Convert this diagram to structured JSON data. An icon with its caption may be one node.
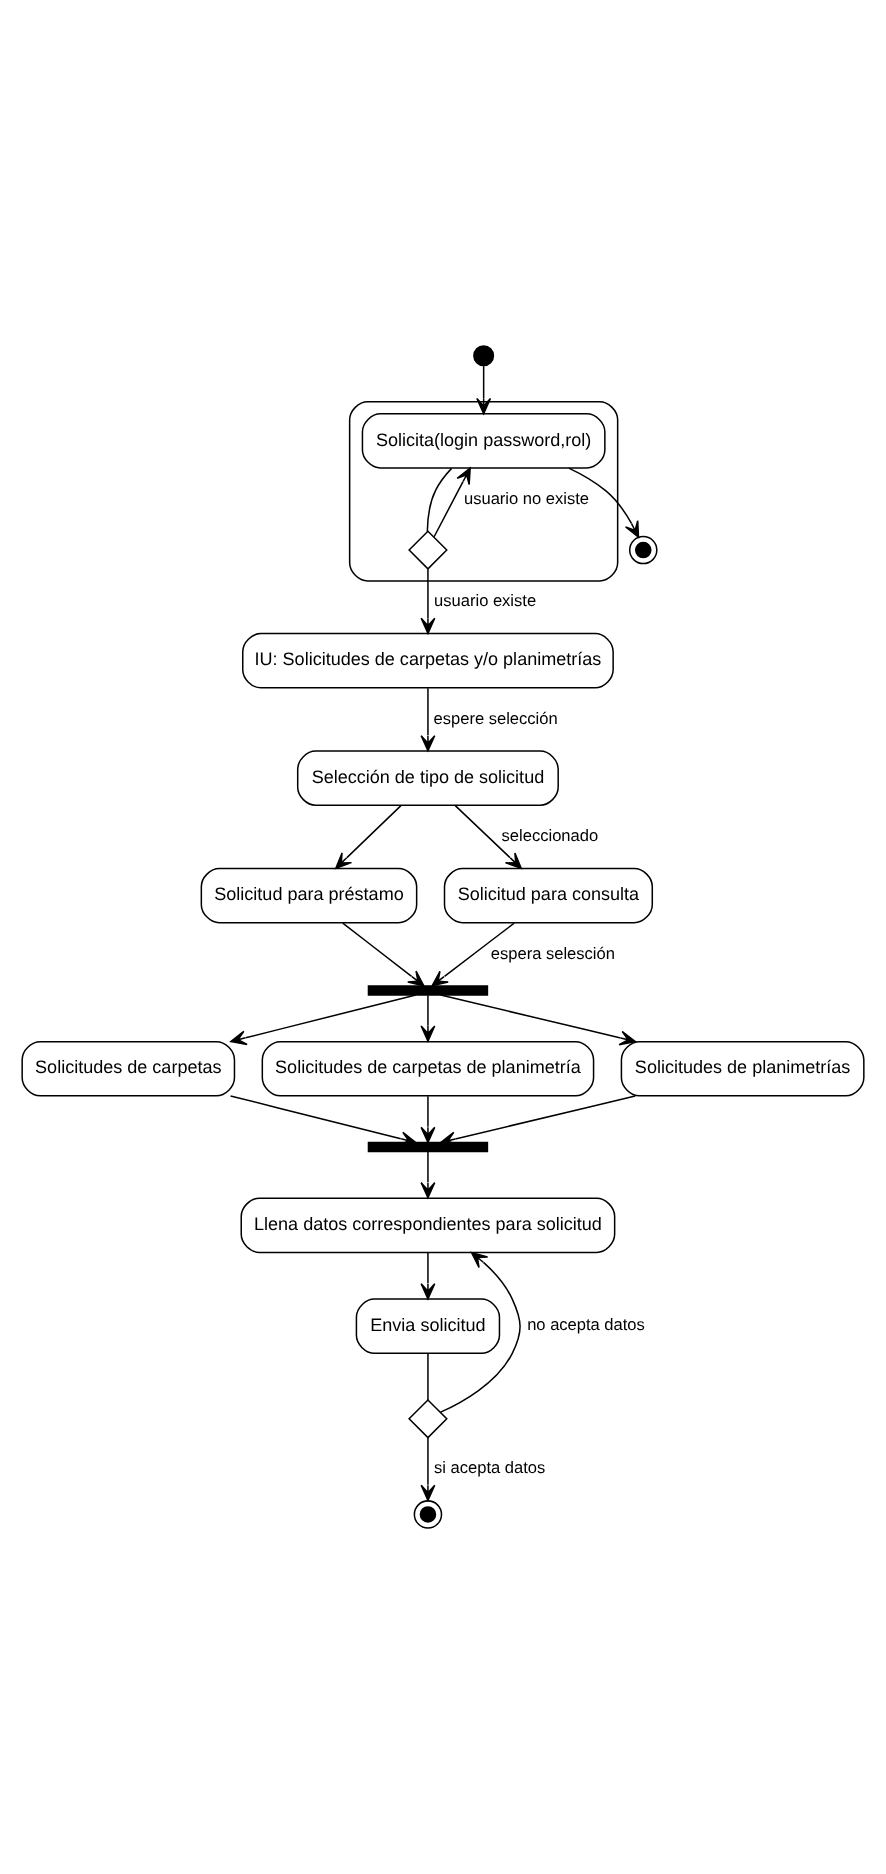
{
  "diagram": {
    "nodes": [
      {
        "text": [],
        "shape": "circle"
      },
      {
        "text": [],
        "shape": "box"
      },
      {
        "text": [
          "Solicita(login password,rol)"
        ],
        "in": 1
      },
      {
        "text": [],
        "shape": "diamond",
        "in": 1
      },
      {
        "text": [],
        "shape": "circle"
      },
      {
        "text": [
          "IU: Solicitudes de carpetas y/o planimetrías"
        ]
      },
      {
        "text": [
          "Selección de tipo de solicitud"
        ]
      },
      {
        "text": [
          "Solicitud para préstamo"
        ]
      },
      {
        "text": [
          "Solicitud para consulta"
        ]
      },
      {
        "text": [],
        "shape": "bar"
      },
      {
        "text": [
          "Solicitudes de carpetas"
        ]
      },
      {
        "text": [
          "Solicitudes de carpetas de planimetría"
        ]
      },
      {
        "text": [
          "Solicitudes de planimetrías"
        ]
      },
      {
        "text": [],
        "shape": "bar"
      },
      {
        "text": [
          "Llena datos correspondientes para solicitud"
        ]
      },
      {
        "text": [
          "Envia solicitud"
        ]
      },
      {
        "text": [],
        "shape": "diamond"
      },
      {
        "text": [],
        "shape": "circle"
      }
    ],
    "edges": [
      {
        "from": 0,
        "to": 2,
        "arrow": "to"
      },
      {
        "from": 2,
        "to": 4,
        "arrow": "to"
      },
      {
        "from": 2,
        "to": 3,
        "arrow": "none"
      },
      {
        "from": 3,
        "to": 2,
        "arrow": "to",
        "label": "usuario no existe"
      },
      {
        "from": 3,
        "to": 5,
        "arrow": "to",
        "label": "usuario existe"
      },
      {
        "from": 5,
        "to": 6,
        "arrow": "to",
        "label": "espere selección"
      },
      {
        "from": 6,
        "to": 7,
        "arrow": "to"
      },
      {
        "from": 6,
        "to": 8,
        "arrow": "to",
        "label": "seleccionado"
      },
      {
        "from": 7,
        "to": 9,
        "arrow": "to"
      },
      {
        "from": 8,
        "to": 9,
        "arrow": "to",
        "label": "espera selesción"
      },
      {
        "from": 9,
        "to": 10,
        "arrow": "to"
      },
      {
        "from": 9,
        "to": 11,
        "arrow": "to"
      },
      {
        "from": 9,
        "to": 12,
        "arrow": "to"
      },
      {
        "from": 10,
        "to": 13,
        "arrow": "to"
      },
      {
        "from": 11,
        "to": 13,
        "arrow": "to"
      },
      {
        "from": 12,
        "to": 13,
        "arrow": "to"
      },
      {
        "from": 13,
        "to": 14,
        "arrow": "to"
      },
      {
        "from": 14,
        "to": 15,
        "arrow": "to"
      },
      {
        "from": 15,
        "to": 16,
        "arrow": "none"
      },
      {
        "from": 16,
        "to": 14,
        "arrow": "to",
        "label": "no acepta datos"
      },
      {
        "from": 16,
        "to": 17,
        "arrow": "to",
        "label": "si acepta datos"
      }
    ]
  }
}
